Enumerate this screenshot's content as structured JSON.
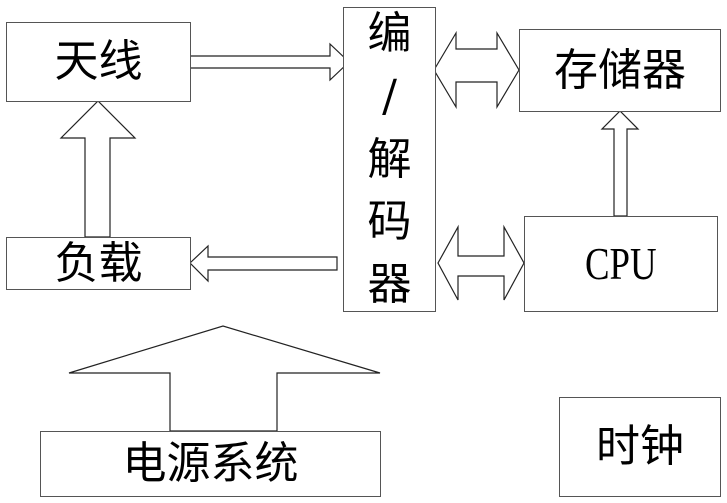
{
  "diagram": {
    "nodes": {
      "antenna": "天线",
      "load": "负载",
      "codec": [
        "编",
        "/",
        "解",
        "码",
        "器"
      ],
      "memory": "存储器",
      "cpu": "CPU",
      "power": "电源系统",
      "clock": "时钟"
    },
    "edges": [
      {
        "from": "antenna",
        "to": "codec",
        "type": "one-way"
      },
      {
        "from": "load",
        "to": "antenna",
        "type": "one-way"
      },
      {
        "from": "codec",
        "to": "load",
        "type": "one-way"
      },
      {
        "from": "codec",
        "to": "memory",
        "type": "two-way"
      },
      {
        "from": "codec",
        "to": "cpu",
        "type": "two-way"
      },
      {
        "from": "cpu",
        "to": "memory",
        "type": "one-way"
      },
      {
        "from": "power",
        "to": "system",
        "type": "one-way"
      }
    ]
  }
}
